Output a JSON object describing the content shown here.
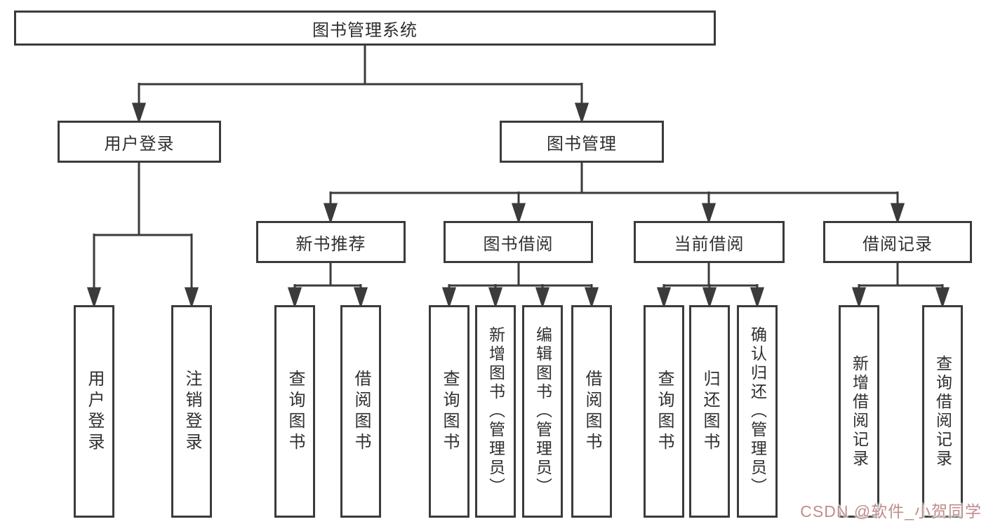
{
  "diagram": {
    "type": "functional-structure-tree",
    "line_color": "#3b3b3b",
    "box_background": "#ffffff",
    "text_color": "#2f2f2f"
  },
  "root": {
    "label": "图书管理系统"
  },
  "branches": [
    {
      "label": "用户登录",
      "children": [
        {
          "label": "用户登录"
        },
        {
          "label": "注销登录"
        }
      ]
    },
    {
      "label": "图书管理",
      "sections": [
        {
          "label": "新书推荐",
          "children": [
            {
              "label": "查询图书"
            },
            {
              "label": "借阅图书"
            }
          ]
        },
        {
          "label": "图书借阅",
          "children": [
            {
              "label": "查询图书"
            },
            {
              "label": "新增图书（管理员）"
            },
            {
              "label": "编辑图书（管理员）"
            },
            {
              "label": "借阅图书"
            }
          ]
        },
        {
          "label": "当前借阅",
          "children": [
            {
              "label": "查询图书"
            },
            {
              "label": "归还图书"
            },
            {
              "label": "确认归还（管理员）"
            }
          ]
        },
        {
          "label": "借阅记录",
          "children": [
            {
              "label": "新增借阅记录"
            },
            {
              "label": "查询借阅记录"
            }
          ]
        }
      ]
    }
  ],
  "watermark": {
    "text": "CSDN @软件_小贺同学",
    "color": "#c08d8d"
  }
}
